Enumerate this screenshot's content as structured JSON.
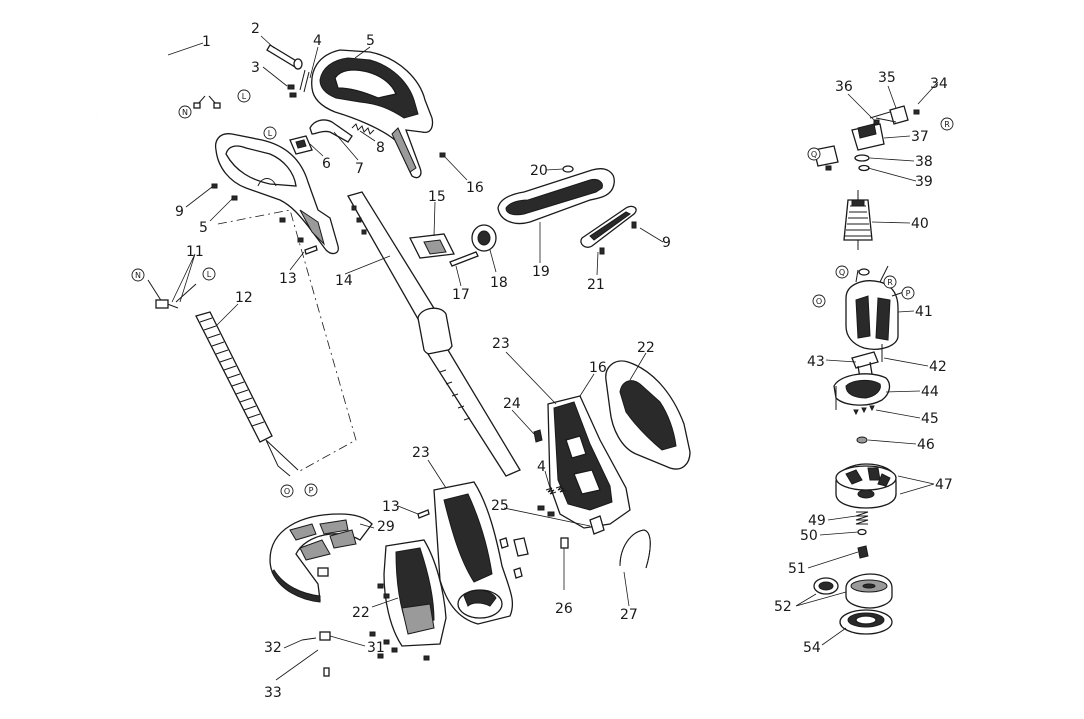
{
  "callouts": [
    {
      "id": "c1",
      "text": "1"
    },
    {
      "id": "c2",
      "text": "2"
    },
    {
      "id": "c3",
      "text": "3"
    },
    {
      "id": "c4",
      "text": "4"
    },
    {
      "id": "c5a",
      "text": "5"
    },
    {
      "id": "c5b",
      "text": "5"
    },
    {
      "id": "c6",
      "text": "6"
    },
    {
      "id": "c7",
      "text": "7"
    },
    {
      "id": "c8",
      "text": "8"
    },
    {
      "id": "c9a",
      "text": "9"
    },
    {
      "id": "c9b",
      "text": "9"
    },
    {
      "id": "c11",
      "text": "11"
    },
    {
      "id": "c12",
      "text": "12"
    },
    {
      "id": "c13a",
      "text": "13"
    },
    {
      "id": "c13b",
      "text": "13"
    },
    {
      "id": "c14",
      "text": "14"
    },
    {
      "id": "c15",
      "text": "15"
    },
    {
      "id": "c16a",
      "text": "16"
    },
    {
      "id": "c16b",
      "text": "16"
    },
    {
      "id": "c17",
      "text": "17"
    },
    {
      "id": "c18",
      "text": "18"
    },
    {
      "id": "c19",
      "text": "19"
    },
    {
      "id": "c20",
      "text": "20"
    },
    {
      "id": "c21",
      "text": "21"
    },
    {
      "id": "c22a",
      "text": "22"
    },
    {
      "id": "c22b",
      "text": "22"
    },
    {
      "id": "c23a",
      "text": "23"
    },
    {
      "id": "c23b",
      "text": "23"
    },
    {
      "id": "c24",
      "text": "24"
    },
    {
      "id": "c4b",
      "text": "4"
    },
    {
      "id": "c25",
      "text": "25"
    },
    {
      "id": "c26",
      "text": "26"
    },
    {
      "id": "c27",
      "text": "27"
    },
    {
      "id": "c29",
      "text": "29"
    },
    {
      "id": "c31",
      "text": "31"
    },
    {
      "id": "c32",
      "text": "32"
    },
    {
      "id": "c33",
      "text": "33"
    },
    {
      "id": "c34",
      "text": "34"
    },
    {
      "id": "c35",
      "text": "35"
    },
    {
      "id": "c36",
      "text": "36"
    },
    {
      "id": "c37",
      "text": "37"
    },
    {
      "id": "c38",
      "text": "38"
    },
    {
      "id": "c39",
      "text": "39"
    },
    {
      "id": "c40",
      "text": "40"
    },
    {
      "id": "c41",
      "text": "41"
    },
    {
      "id": "c42",
      "text": "42"
    },
    {
      "id": "c43",
      "text": "43"
    },
    {
      "id": "c44",
      "text": "44"
    },
    {
      "id": "c45",
      "text": "45"
    },
    {
      "id": "c46",
      "text": "46"
    },
    {
      "id": "c47",
      "text": "47"
    },
    {
      "id": "c49",
      "text": "49"
    },
    {
      "id": "c50",
      "text": "50"
    },
    {
      "id": "c51",
      "text": "51"
    },
    {
      "id": "c52",
      "text": "52"
    },
    {
      "id": "c54",
      "text": "54"
    }
  ],
  "tags": [
    {
      "id": "tN1",
      "text": "N"
    },
    {
      "id": "tL1",
      "text": "L"
    },
    {
      "id": "tL2",
      "text": "L"
    },
    {
      "id": "tN2",
      "text": "N"
    },
    {
      "id": "tL3",
      "text": "L"
    },
    {
      "id": "tO1",
      "text": "O"
    },
    {
      "id": "tP1",
      "text": "P"
    },
    {
      "id": "tR1",
      "text": "R"
    },
    {
      "id": "tQ1",
      "text": "Q"
    },
    {
      "id": "tQ2",
      "text": "Q"
    },
    {
      "id": "tR2",
      "text": "R"
    },
    {
      "id": "tP2",
      "text": "P"
    },
    {
      "id": "tO2",
      "text": "O"
    }
  ]
}
